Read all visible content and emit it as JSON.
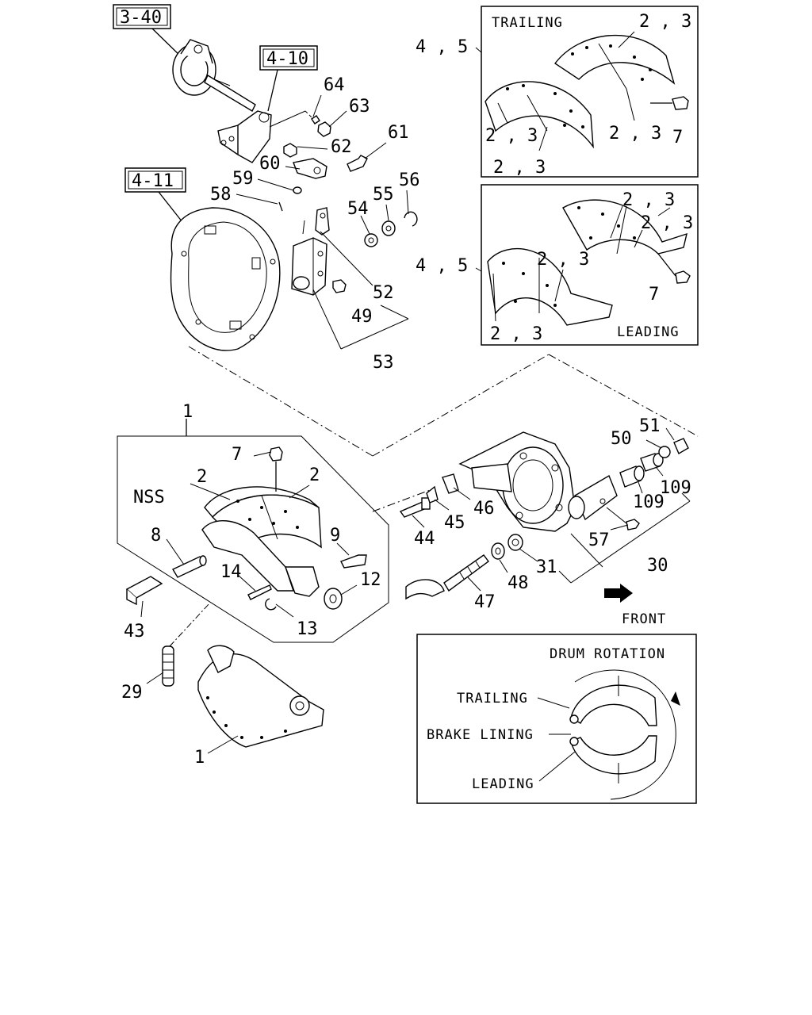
{
  "refs": {
    "r340": "3-40",
    "r410": "4-10",
    "r411": "4-11"
  },
  "panels": {
    "trailing_title": "TRAILING",
    "leading_title": "LEADING",
    "drum_rotation": "DRUM ROTATION",
    "trailing": "TRAILING",
    "brake_lining": "BRAKE LINING",
    "leading": "LEADING"
  },
  "front": "FRONT",
  "nss": "NSS",
  "callouts": {
    "c64": "64",
    "c63": "63",
    "c61": "61",
    "c62": "62",
    "c60": "60",
    "c59": "59",
    "c58": "58",
    "c56": "56",
    "c55": "55",
    "c54": "54",
    "c52": "52",
    "c49": "49",
    "c53": "53",
    "c45a": "4 , 5",
    "c45b": "4 , 5",
    "t23a": "2 , 3",
    "t23b": "2 , 3",
    "t23c": "2 , 3",
    "t23d": "2 , 3",
    "t7": "7",
    "l23a": "2 , 3",
    "l23b": "2 , 3",
    "l23c": "2 , 3",
    "l23d": "2 , 3",
    "l7": "7",
    "c1a": "1",
    "c7": "7",
    "c2a": "2",
    "c2b": "2",
    "c8": "8",
    "c9": "9",
    "c14": "14",
    "c12": "12",
    "c13": "13",
    "c43": "43",
    "c29": "29",
    "c1b": "1",
    "c51": "51",
    "c50": "50",
    "c109a": "109",
    "c109b": "109",
    "c44": "44",
    "c45": "45",
    "c46": "46",
    "c57": "57",
    "c31": "31",
    "c48": "48",
    "c47": "47",
    "c30": "30"
  }
}
